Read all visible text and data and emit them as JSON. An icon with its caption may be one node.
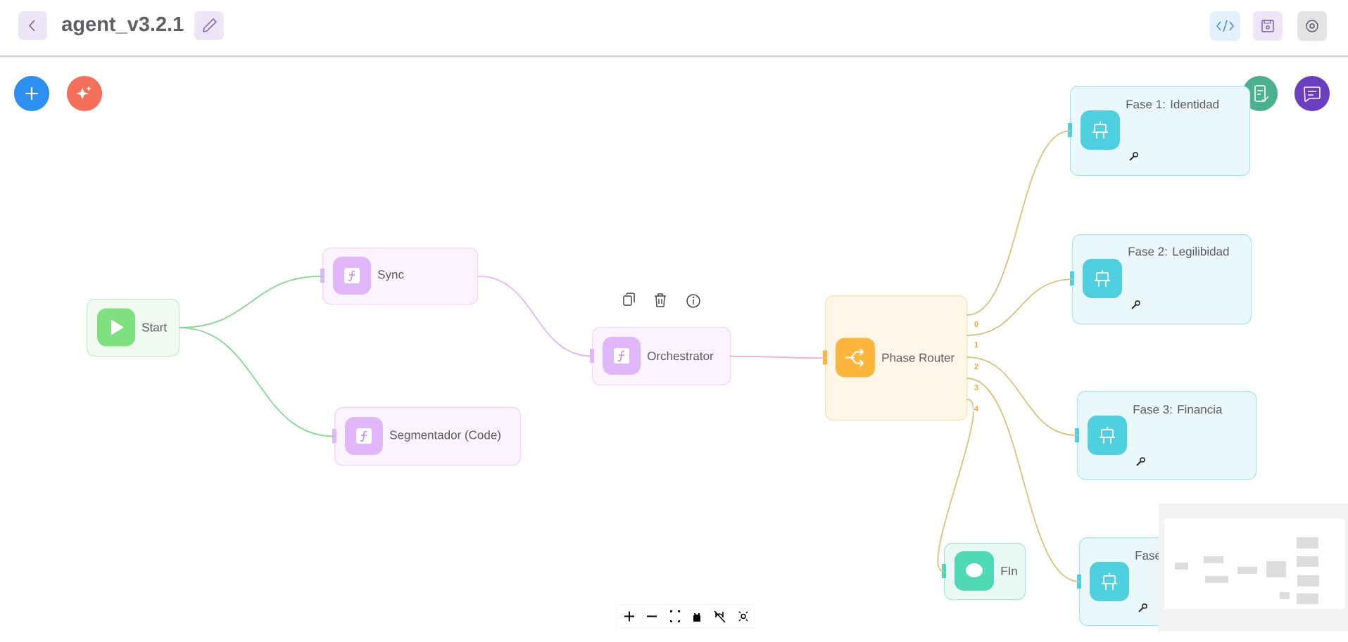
{
  "diagram": {
    "nodes": [
      {
        "text": [
          "Start"
        ]
      },
      {
        "text": [
          "Sync"
        ]
      },
      {
        "text": [
          "Segmentador (Code)"
        ]
      },
      {
        "text": [
          "Orchestrator"
        ]
      },
      {
        "text": [
          "Phase Router"
        ]
      },
      {
        "text": [
          "Fase 1: Identidad"
        ]
      },
      {
        "text": [
          "Fase 2: Legilibidad"
        ]
      },
      {
        "text": [
          "Fase 3: Financia"
        ]
      },
      {
        "text": [
          "FIn"
        ]
      },
      {
        "text": [
          "Fase"
        ]
      }
    ],
    "edges": [
      {
        "from": 0,
        "to": 1,
        "arrow": "none",
        "color": "#86d993"
      },
      {
        "from": 0,
        "to": 2,
        "arrow": "none",
        "color": "#86d993"
      },
      {
        "from": 1,
        "to": 3,
        "arrow": "none",
        "color": "#e5b6f7"
      },
      {
        "from": 3,
        "to": 4,
        "arrow": "none",
        "color": "#f0a9cf"
      },
      {
        "from": 4,
        "to": 5,
        "arrow": "none",
        "label": "0"
      },
      {
        "from": 4,
        "to": 6,
        "arrow": "none",
        "label": "1"
      },
      {
        "from": 4,
        "to": 7,
        "arrow": "none",
        "label": "2"
      },
      {
        "from": 4,
        "to": 9,
        "arrow": "none",
        "label": "3"
      },
      {
        "from": 4,
        "to": 8,
        "arrow": "none",
        "label": "4"
      }
    ],
    "labels": [
      "agent_v3.2.1"
    ]
  }
}
